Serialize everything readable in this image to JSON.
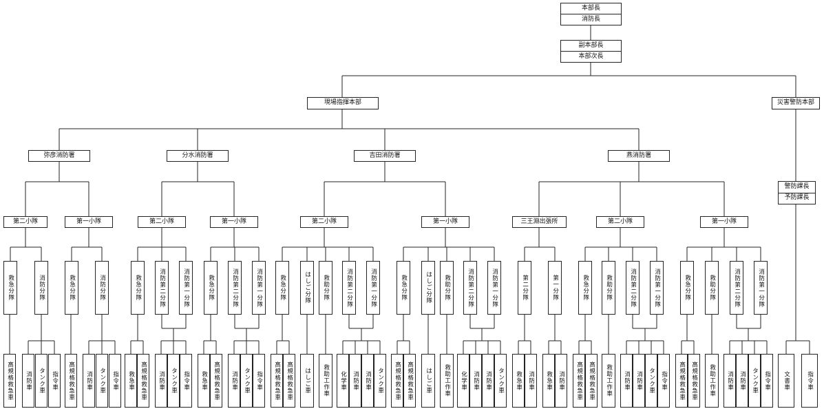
{
  "org": {
    "top": [
      "本部長",
      "消防長"
    ],
    "deputy": [
      "副本部長",
      "本部次長"
    ],
    "command": "現場指揮本部",
    "prevention_hq": "災害警防本部",
    "prevention_sub": [
      "警防課長",
      "予防課長"
    ],
    "prevention_vehicles": [
      "文書車",
      "指令車"
    ],
    "stations": [
      {
        "name": "弥彦消防署",
        "units": [
          {
            "name": "第二小隊",
            "squads": [
              {
                "name": "救急分隊",
                "vehicles": [
                  "高規格救急車"
                ]
              },
              {
                "name": "消防分隊",
                "vehicles": [
                  "消防車",
                  "タンク車",
                  "指令車"
                ]
              }
            ]
          },
          {
            "name": "第一小隊",
            "squads": [
              {
                "name": "救急分隊",
                "vehicles": [
                  "高規格救急車"
                ]
              },
              {
                "name": "消防分隊",
                "vehicles": [
                  "消防車",
                  "タンク車",
                  "指令車"
                ]
              }
            ]
          }
        ]
      },
      {
        "name": "分水消防署",
        "units": [
          {
            "name": "第二小隊",
            "squads": [
              {
                "name": "救急分隊",
                "vehicles": [
                  "救急車",
                  "高規格救急車"
                ]
              },
              {
                "name": "消防第二分隊",
                "vehicles": [
                  "消防車",
                  "タンク車",
                  "指令車"
                ]
              },
              {
                "name": "消防第一分隊",
                "vehicles": []
              }
            ]
          },
          {
            "name": "第一小隊",
            "squads": [
              {
                "name": "救急分隊",
                "vehicles": [
                  "救急車",
                  "高規格救急車"
                ]
              },
              {
                "name": "消防第二分隊",
                "vehicles": [
                  "消防車",
                  "タンク車",
                  "指令車"
                ]
              },
              {
                "name": "消防第一分隊",
                "vehicles": []
              }
            ]
          }
        ]
      },
      {
        "name": "吉田消防署",
        "units": [
          {
            "name": "第二小隊",
            "squads": [
              {
                "name": "救急分隊",
                "vehicles": [
                  "高規格救急車",
                  "高規格救急車"
                ]
              },
              {
                "name": "はしご分隊",
                "vehicles": [
                  "はしご車"
                ]
              },
              {
                "name": "救助分隊",
                "vehicles": [
                  "救助工作車"
                ]
              },
              {
                "name": "消防第二分隊",
                "vehicles": [
                  "化学車",
                  "消防車",
                  "消防車",
                  "タンク車"
                ]
              },
              {
                "name": "消防第一分隊",
                "vehicles": []
              }
            ]
          },
          {
            "name": "第一小隊",
            "squads": [
              {
                "name": "救急分隊",
                "vehicles": [
                  "高規格救急車",
                  "高規格救急車"
                ]
              },
              {
                "name": "はしご分隊",
                "vehicles": [
                  "はしご車"
                ]
              },
              {
                "name": "救助分隊",
                "vehicles": [
                  "救助工作車"
                ]
              },
              {
                "name": "消防第二分隊",
                "vehicles": [
                  "化学車",
                  "消防車",
                  "消防車",
                  "タンク車"
                ]
              },
              {
                "name": "消防第一分隊",
                "vehicles": []
              }
            ]
          }
        ]
      },
      {
        "name": "燕消防署",
        "units": [
          {
            "name": "三王淵出張所",
            "squads": [
              {
                "name": "第二分隊",
                "vehicles": [
                  "救急車",
                  "消防車"
                ]
              },
              {
                "name": "第一分隊",
                "vehicles": [
                  "救急車",
                  "消防車"
                ]
              }
            ]
          },
          {
            "name": "第二小隊",
            "squads": [
              {
                "name": "救急分隊",
                "vehicles": [
                  "高規格救急車",
                  "高規格救急車"
                ]
              },
              {
                "name": "救助分隊",
                "vehicles": [
                  "救助工作車"
                ]
              },
              {
                "name": "消防第二分隊",
                "vehicles": [
                  "消防車",
                  "消防車",
                  "タンク車",
                  "指令車"
                ]
              },
              {
                "name": "消防第一分隊",
                "vehicles": []
              }
            ]
          },
          {
            "name": "第一小隊",
            "squads": [
              {
                "name": "救急分隊",
                "vehicles": [
                  "高規格救急車",
                  "高規格救急車"
                ]
              },
              {
                "name": "救助分隊",
                "vehicles": [
                  "救助工作車"
                ]
              },
              {
                "name": "消防第二分隊",
                "vehicles": [
                  "消防車",
                  "消防車",
                  "タンク車",
                  "指令車"
                ]
              },
              {
                "name": "消防第一分隊",
                "vehicles": []
              }
            ]
          }
        ]
      }
    ]
  }
}
